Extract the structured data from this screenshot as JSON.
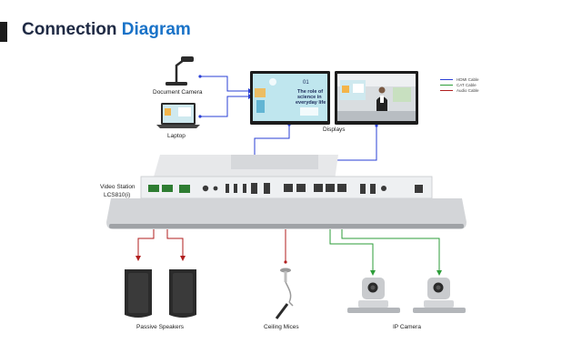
{
  "header": {
    "title_main": "Connection",
    "title_accent": "Diagram"
  },
  "labels": {
    "document_camera": "Document Camera",
    "laptop": "Laptop",
    "displays": "Displays",
    "video_station_line1": "Video Station",
    "video_station_line2": "LCS810(i)",
    "passive_speakers": "Passive Speakers",
    "ceiling_mics": "Ceiling Mices",
    "ip_camera": "IP Camera"
  },
  "display_screen": {
    "number": "01",
    "headline_1": "The role of",
    "headline_2": "science in",
    "headline_3": "everyday life"
  },
  "legend": [
    {
      "label": "HDMI Cable",
      "color": "#2a3fd6"
    },
    {
      "label": "CAT Cable",
      "color": "#2e9e3a"
    },
    {
      "label": "Audio Cable",
      "color": "#b01e1e"
    }
  ],
  "colors": {
    "accent": "#1a73c8",
    "hdmi": "#2a3fd6",
    "cat": "#2e9e3a",
    "audio": "#b01e1e"
  }
}
